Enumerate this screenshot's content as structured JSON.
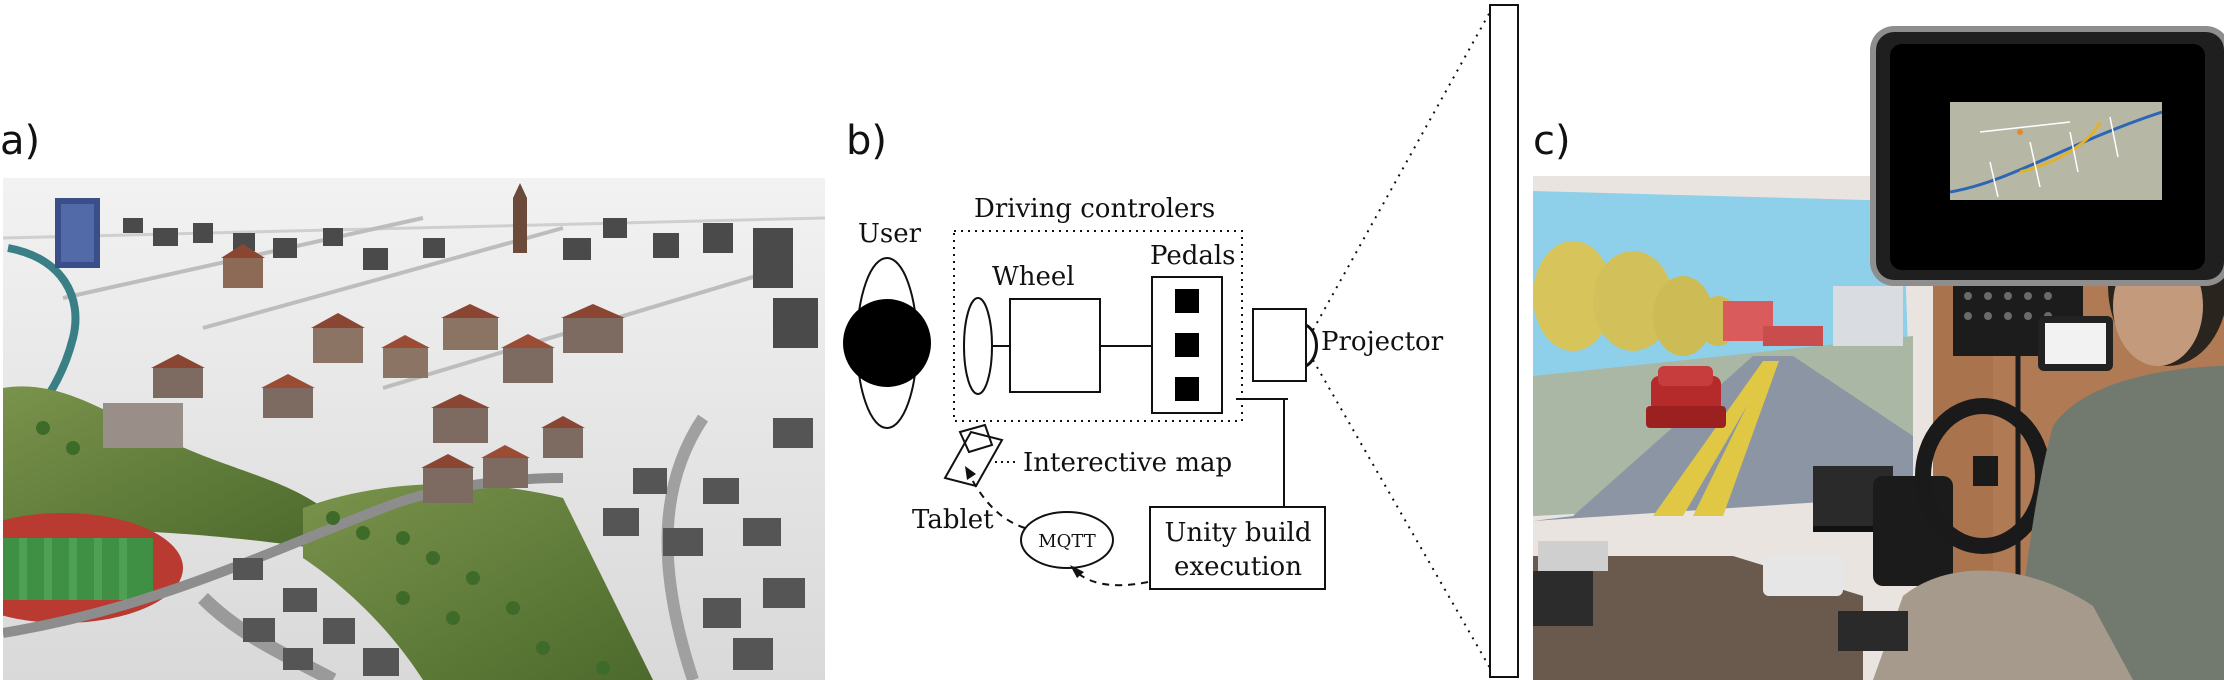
{
  "panels": {
    "a": {
      "label": "a)"
    },
    "b": {
      "label": "b)"
    },
    "c": {
      "label": "c)"
    }
  },
  "diagram": {
    "user_label": "User",
    "group_label": "Driving controlers",
    "wheel_label": "Wheel",
    "pedals_label": "Pedals",
    "projector_label": "Projector",
    "map_label": "Interective map",
    "tablet_label": "Tablet",
    "mqtt_label": "MQTT",
    "unity_line1": "Unity build",
    "unity_line2": "execution"
  },
  "colors": {
    "sky_a": "#f4f4f4",
    "grass": "#5f7a3a",
    "roof": "#8a4632",
    "building": "#4a4a4a",
    "track": "#b93a30",
    "field": "#3f8f45",
    "projection_sky": "#8ed0ea",
    "wall": "#e9e4df",
    "car": "#b52a2a"
  }
}
